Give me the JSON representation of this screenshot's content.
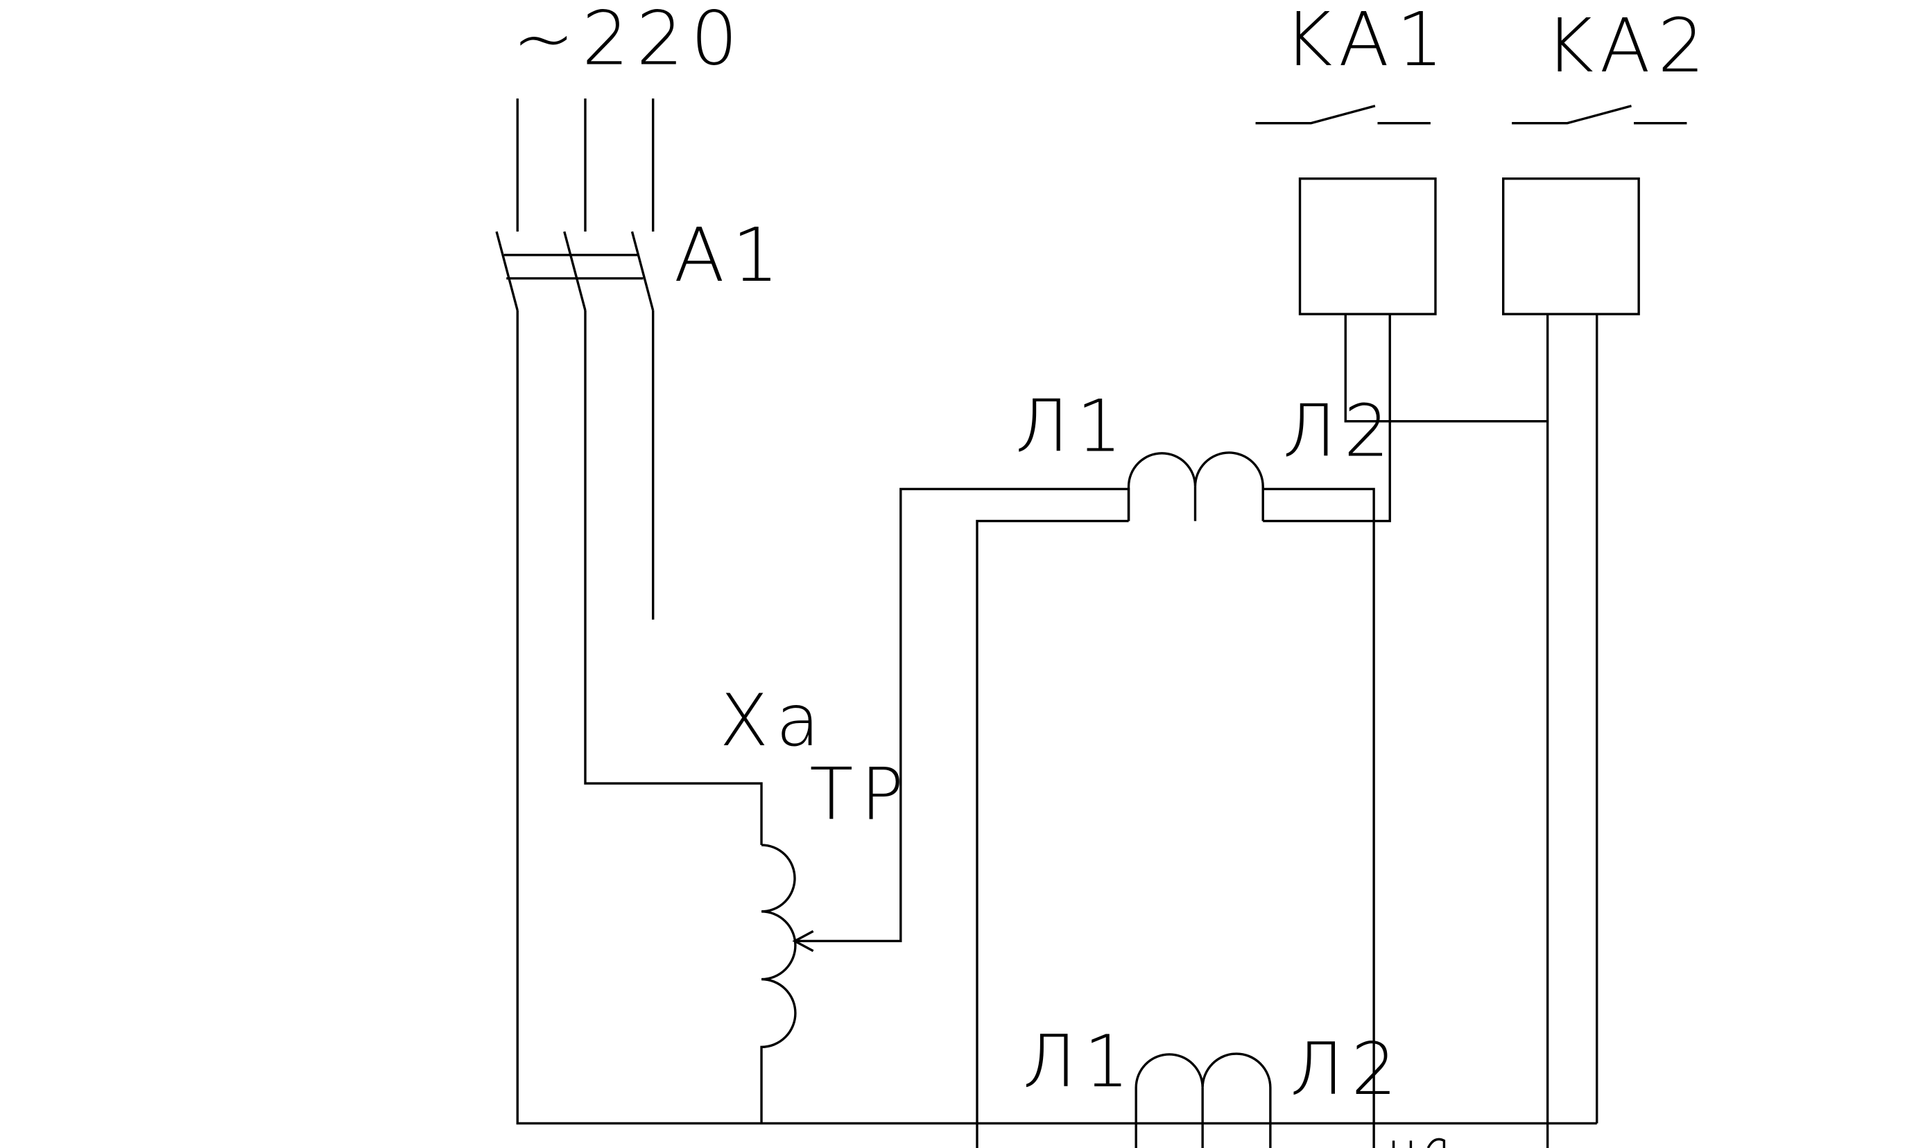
{
  "labels": {
    "supply": "~220",
    "breaker": "A1",
    "relay1": "KA1",
    "relay2": "KA2",
    "ct_top_l1": "Л1",
    "ct_top_l2": "Л2",
    "ct_bottom_l1": "Л1",
    "ct_bottom_l2": "Л2",
    "tap": "Xa",
    "transformer": "TP"
  },
  "colors": {
    "line": "#000000",
    "background": "#ffffff"
  }
}
